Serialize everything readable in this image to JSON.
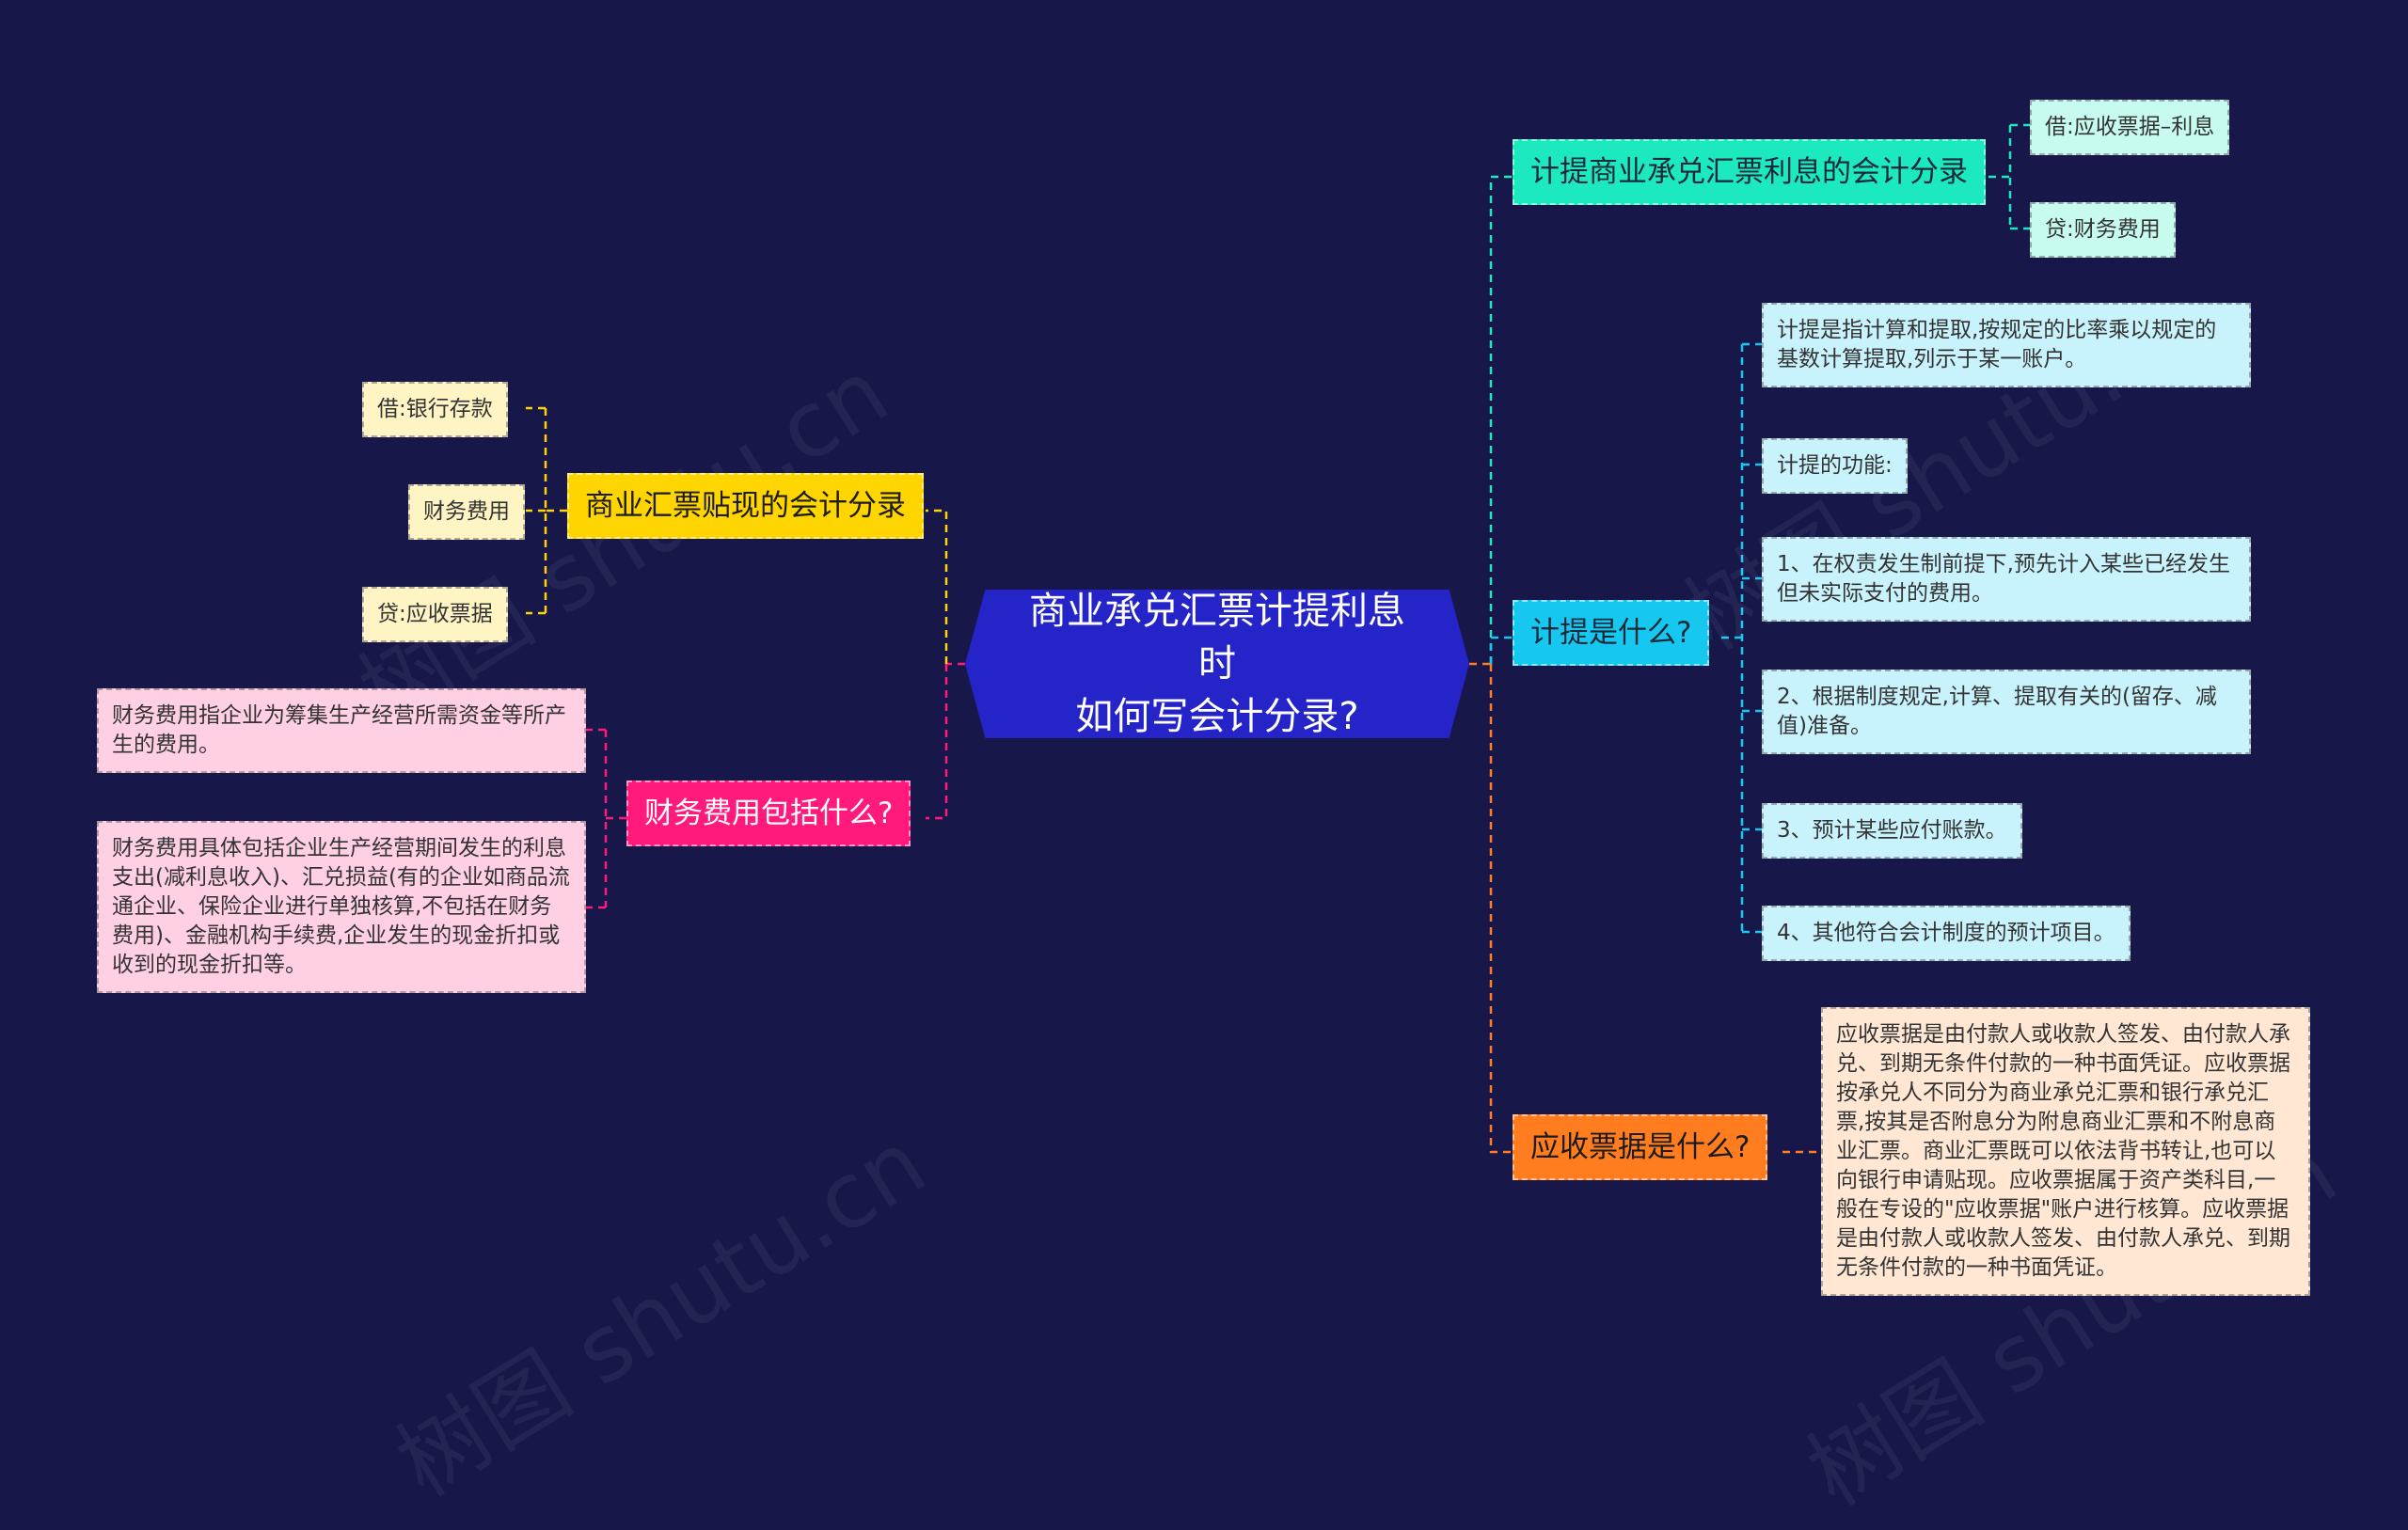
{
  "center": {
    "label": "商业承兑汇票计提利息时\n如何写会计分录?"
  },
  "branches": {
    "interest_entry": {
      "label": "计提商业承兑汇票利息的会计分录",
      "color": "#1de9c0"
    },
    "what_is_accrual": {
      "label": "计提是什么?",
      "color": "#16c8ef"
    },
    "notes_receivable": {
      "label": "应收票据是什么?",
      "color": "#ff7d1f"
    },
    "discount_entry": {
      "label": "商业汇票贴现的会计分录",
      "color": "#ffd500"
    },
    "finance_expense": {
      "label": "财务费用包括什么?",
      "color": "#ff1a7c"
    }
  },
  "leaves": {
    "interest_debit": "借:应收票据–利息",
    "interest_credit": "贷:财务费用",
    "accrual_def": "计提是指计算和提取,按规定的比率乘以规定的基数计算提取,列示于某一账户。",
    "accrual_func": "计提的功能:",
    "accrual_1": "1、在权责发生制前提下,预先计入某些已经发生但未实际支付的费用。",
    "accrual_2": "2、根据制度规定,计算、提取有关的(留存、减值)准备。",
    "accrual_3": "3、预计某些应付账款。",
    "accrual_4": "4、其他符合会计制度的预计项目。",
    "notes_text": "应收票据是由付款人或收款人签发、由付款人承兑、到期无条件付款的一种书面凭证。应收票据按承兑人不同分为商业承兑汇票和银行承兑汇票,按其是否附息分为附息商业汇票和不附息商业汇票。商业汇票既可以依法背书转让,也可以向银行申请贴现。应收票据属于资产类科目,一般在专设的\"应收票据\"账户进行核算。应收票据是由付款人或收款人签发、由付款人承兑、到期无条件付款的一种书面凭证。",
    "discount_debit": "借:银行存款",
    "discount_expense": "财务费用",
    "discount_credit": "贷:应收票据",
    "fe_def": "财务费用指企业为筹集生产经营所需资金等所产生的费用。",
    "fe_detail": "财务费用具体包括企业生产经营期间发生的利息支出(减利息收入)、汇兑损益(有的企业如商品流通企业、保险企业进行单独核算,不包括在财务费用)、金融机构手续费,企业发生的现金折扣或收到的现金折扣等。"
  },
  "colors": {
    "background": "#17174a",
    "center_fill": "#2424c8",
    "leaf_mint": "#c8fbef",
    "leaf_cyan": "#c8f3fc",
    "leaf_orange": "#ffe7d3",
    "leaf_yellow": "#fff4c4",
    "leaf_pink": "#ffcfe3"
  },
  "watermark": "树图 shutu.cn"
}
